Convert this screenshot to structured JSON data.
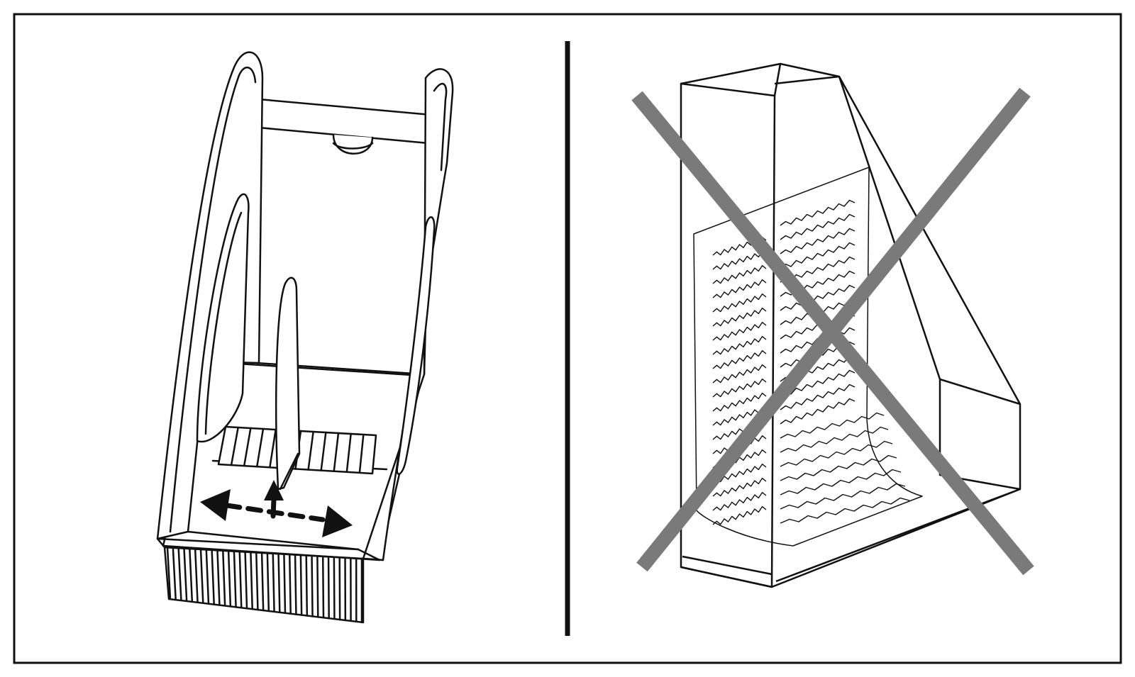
{
  "figure": {
    "background": "#ffffff",
    "stroke_color": "#111111",
    "cross_color": "#7a7a7a",
    "panels": [
      {
        "id": "left",
        "subject": "magazine-file-with-adjustable-divider",
        "status": "correct"
      },
      {
        "id": "right",
        "subject": "magazine-file-with-paper-inserted",
        "status": "incorrect"
      }
    ],
    "icons": [
      "double-arrow-icon",
      "up-arrow-icon",
      "cross-mark-icon"
    ]
  }
}
